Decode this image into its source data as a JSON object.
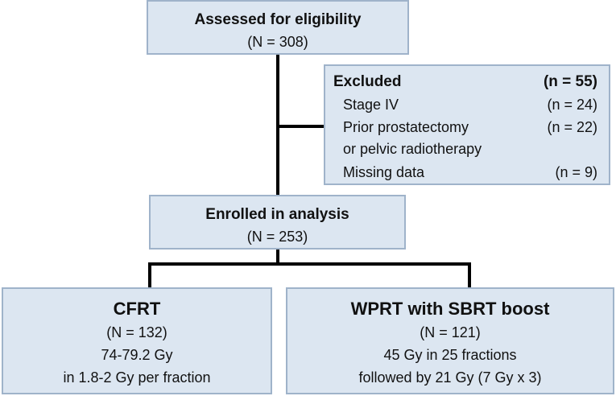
{
  "assessed": {
    "title": "Assessed for eligibility",
    "count": "(N = 308)"
  },
  "excluded": {
    "title": "Excluded",
    "total": "(n = 55)",
    "items": [
      {
        "label": "Stage IV",
        "count": "(n = 24)"
      },
      {
        "label": "Prior prostatectomy",
        "label_line2": "or pelvic radiotherapy",
        "count": "(n = 22)"
      },
      {
        "label": "Missing data",
        "count": "(n = 9)"
      }
    ]
  },
  "enrolled": {
    "title": "Enrolled in analysis",
    "count": "(N = 253)"
  },
  "arms": [
    {
      "title": "CFRT",
      "count": "(N = 132)",
      "line1": "74-79.2 Gy",
      "line2": "in 1.8-2 Gy per fraction"
    },
    {
      "title": "WPRT with SBRT boost",
      "count": "(N = 121)",
      "line1": "45 Gy in 25 fractions",
      "line2": "followed by 21 Gy (7 Gy x 3)"
    }
  ],
  "colors": {
    "box_fill": "#dce6f1",
    "box_border": "#9fb3ca",
    "connector": "#000000"
  }
}
